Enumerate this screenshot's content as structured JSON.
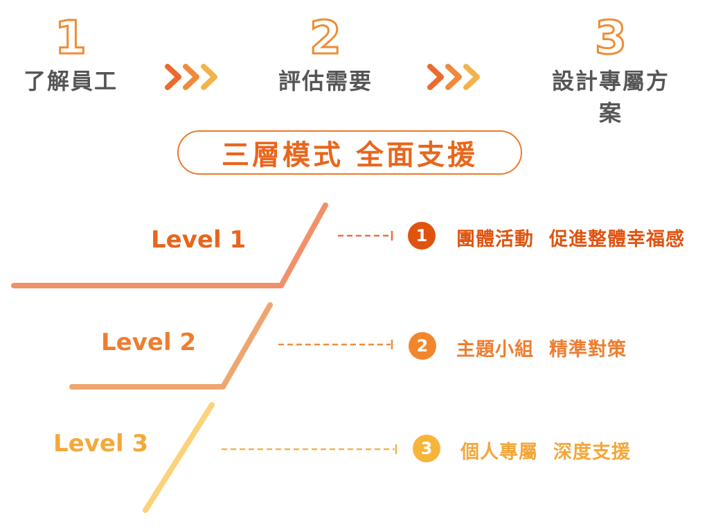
{
  "steps": [
    {
      "number": "1",
      "label": "了解員工"
    },
    {
      "number": "2",
      "label": "評估需要"
    },
    {
      "number": "3",
      "label": "設計專屬方案"
    }
  ],
  "title": "三層模式 全面支援",
  "levels": [
    {
      "label": "Level 1",
      "badge": "1",
      "desc_a": "團體活動",
      "desc_b": "促進整體幸福感",
      "color": "#e0530f"
    },
    {
      "label": "Level 2",
      "badge": "2",
      "desc_a": "主題小組",
      "desc_b": "精準對策",
      "color": "#f2862c"
    },
    {
      "label": "Level 3",
      "badge": "3",
      "desc_a": "個人專屬",
      "desc_b": "深度支援",
      "color": "#f6b53a"
    }
  ],
  "colors": {
    "accent": "#ec7a2a",
    "step_text": "#555555",
    "chevron": [
      "#ec6a2e",
      "#f08a3a",
      "#f4b24a"
    ]
  },
  "icons": [
    "chevron-right-icon",
    "dashed-arrow-icon"
  ]
}
